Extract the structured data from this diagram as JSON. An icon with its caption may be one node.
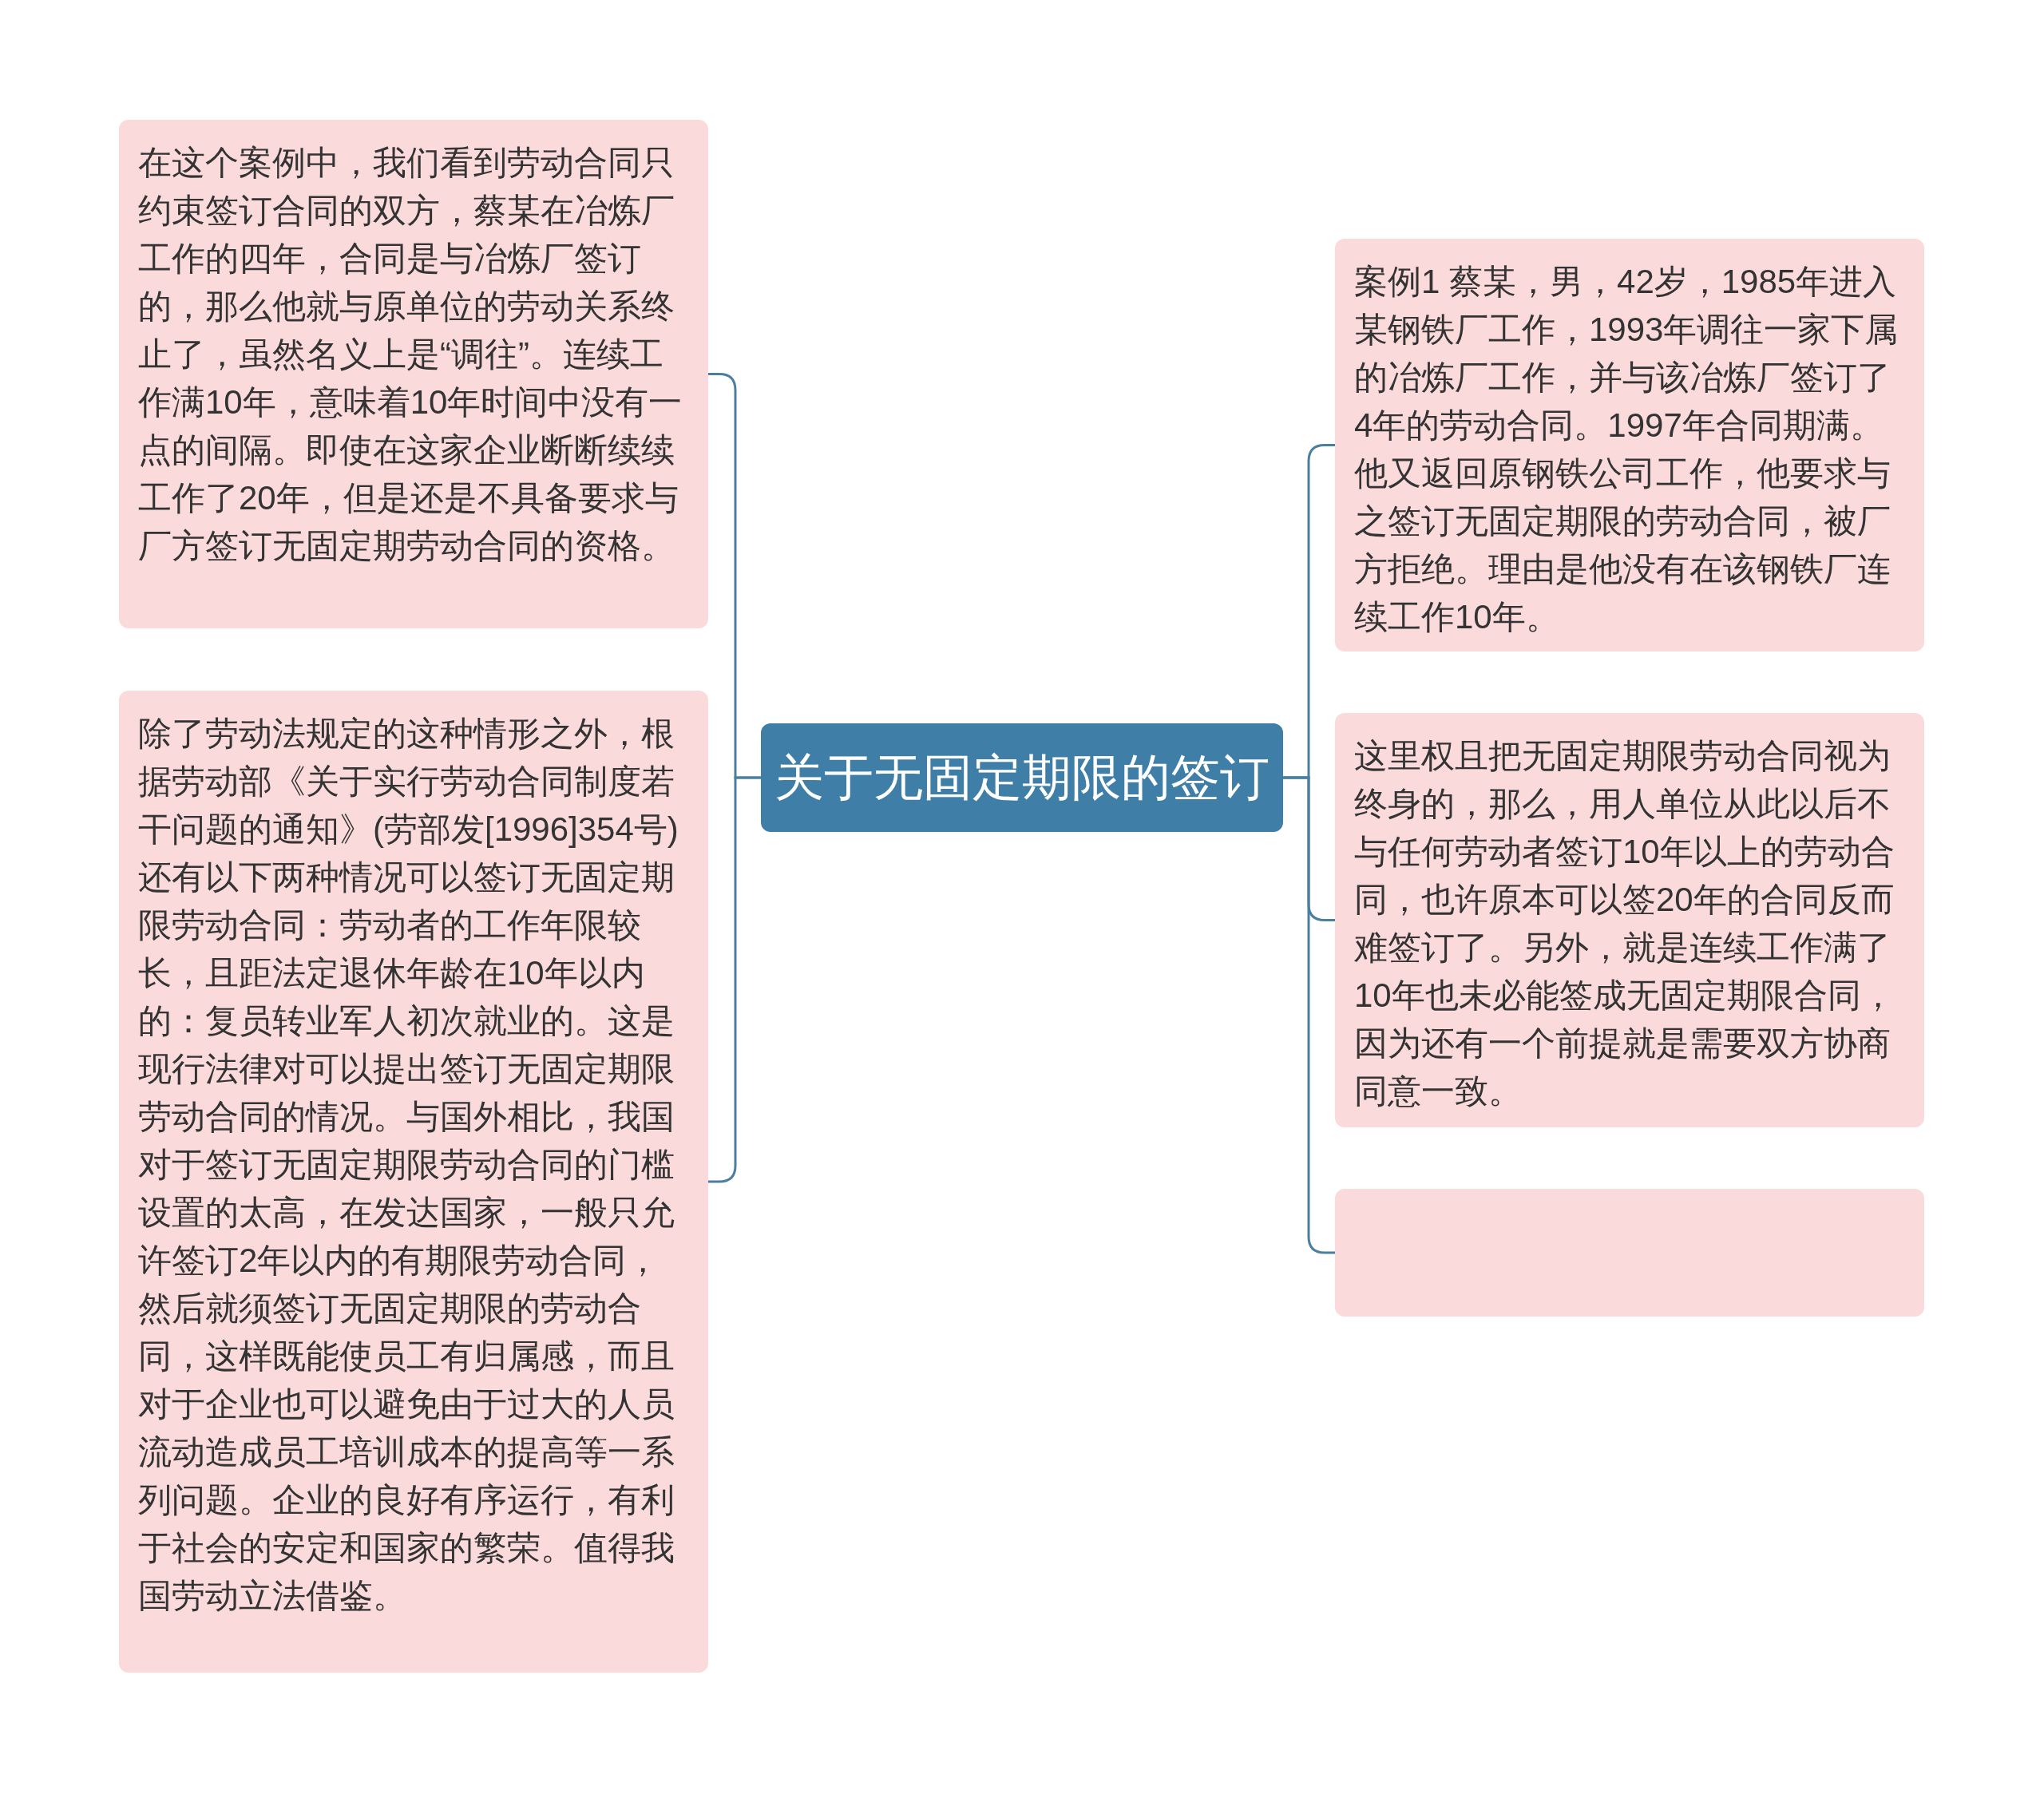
{
  "diagram": {
    "nodes": [
      {
        "text": [
          "关于无固定期限的签订"
        ]
      },
      {
        "text": [
          "在这个案例中，我们看到劳动合同只约束签订合同的双方，蔡某在冶炼厂工作的四年，合同是与冶炼厂签订的，那么他就与原单位的劳动关系终止了，虽然名义上是“调往”。连续工作满10年，意味着10年时间中没有一点的间隔。即使在这家企业断断续续工作了20年，但是还是不具备要求与厂方签订无固定期劳动合同的资格。"
        ]
      },
      {
        "text": [
          "除了劳动法规定的这种情形之外，根据劳动部《关于实行劳动合同制度若干问题的通知》(劳部发[1996]354号)还有以下两种情况可以签订无固定期限劳动合同：劳动者的工作年限较长，且距法定退休年龄在10年以内的：复员转业军人初次就业的。这是现行法律对可以提出签订无固定期限劳动合同的情况。与国外相比，我国对于签订无固定期限劳动合同的门槛设置的太高，在发达国家，一般只允许签订2年以内的有期限劳动合同，然后就须签订无固定期限的劳动合同，这样既能使员工有归属感，而且对于企业也可以避免由于过大的人员流动造成员工培训成本的提高等一系列问题。企业的良好有序运行，有利于社会的安定和国家的繁荣。值得我国劳动立法借鉴。"
        ]
      },
      {
        "text": [
          "案例1 蔡某，男，42岁，1985年进入某钢铁厂工作，1993年调往一家下属的冶炼厂工作，并与该冶炼厂签订了4年的劳动合同。1997年合同期满。他又返回原钢铁公司工作，他要求与之签订无固定期限的劳动合同，被厂方拒绝。理由是他没有在该钢铁厂连续工作10年。"
        ]
      },
      {
        "text": [
          "这里权且把无固定期限劳动合同视为终身的，那么，用人单位从此以后不与任何劳动者签订10年以上的劳动合同，也许原本可以签20年的合同反而难签订了。另外，就是连续工作满了10年也未必能签成无固定期限合同，因为还有一个前提就是需要双方协商同意一致。"
        ]
      },
      {
        "text": [],
        "shape": "box"
      }
    ],
    "edges": [
      {
        "from": 0,
        "to": 1,
        "arrow": "none"
      },
      {
        "from": 0,
        "to": 2,
        "arrow": "none"
      },
      {
        "from": 0,
        "to": 3,
        "arrow": "none"
      },
      {
        "from": 0,
        "to": 4,
        "arrow": "none"
      },
      {
        "from": 0,
        "to": 5,
        "arrow": "none"
      }
    ]
  }
}
